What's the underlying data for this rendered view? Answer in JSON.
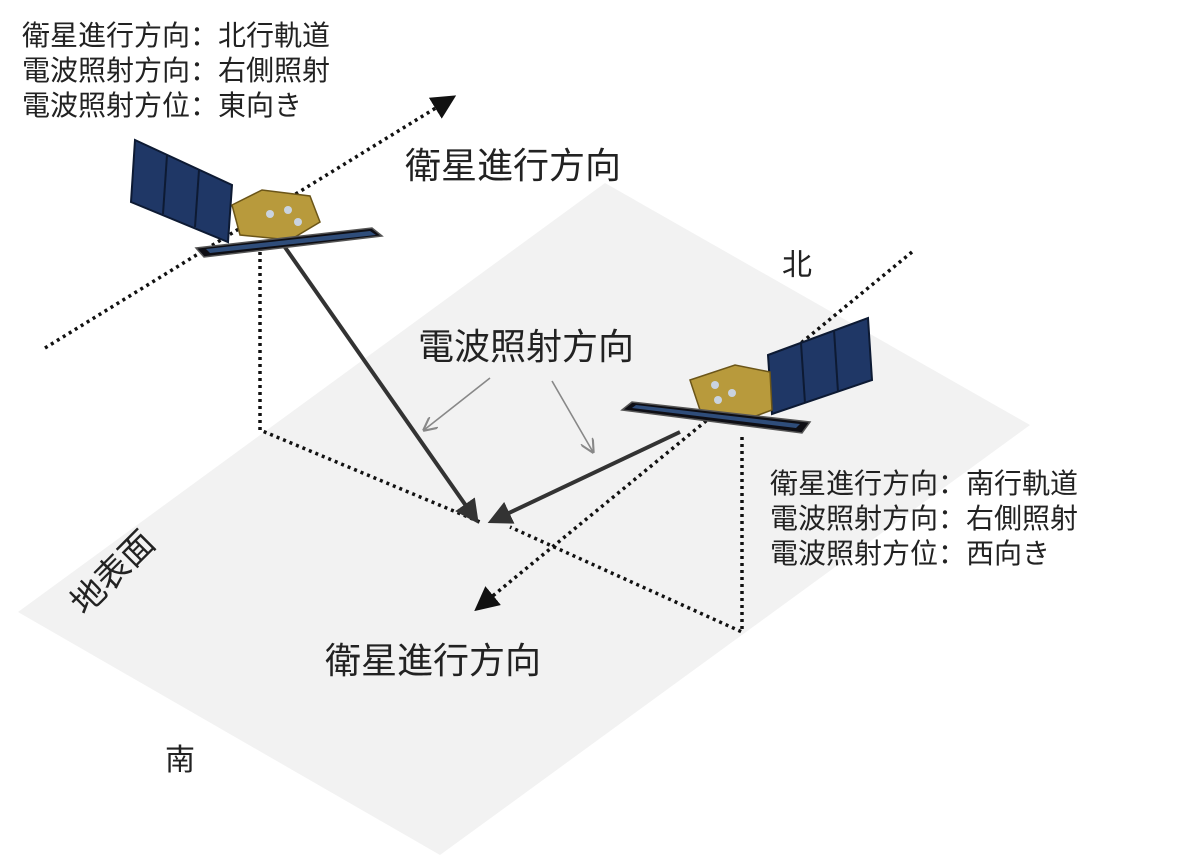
{
  "sat1_info": {
    "direction": "衛星進行方向：北行軌道",
    "beam_direction": "電波照射方向：右側照射",
    "beam_azimuth": "電波照射方位：東向き"
  },
  "sat2_info": {
    "direction": "衛星進行方向：南行軌道",
    "beam_direction": "電波照射方向：右側照射",
    "beam_azimuth": "電波照射方位：西向き"
  },
  "labels": {
    "travel_dir_top": "衛星進行方向",
    "travel_dir_bottom": "衛星進行方向",
    "beam_label": "電波照射方向",
    "north": "北",
    "south": "南",
    "ground": "地表面"
  },
  "colors": {
    "ground": "#f2f2f2",
    "panel": "#1f3766",
    "antenna": "#0e0e14",
    "body": "#b89a3c",
    "arrow": "#333333"
  }
}
